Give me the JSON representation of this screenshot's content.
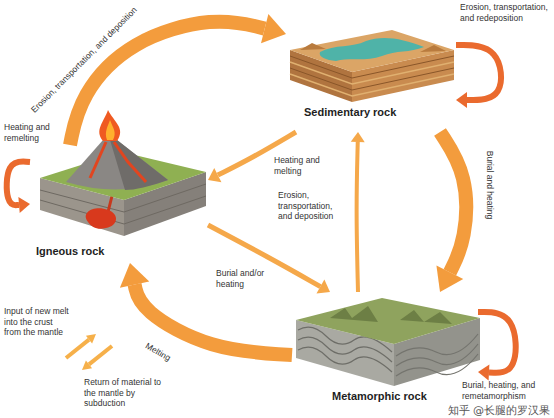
{
  "diagram": {
    "nodes": [
      {
        "text": [
          "Sedimentary rock"
        ]
      },
      {
        "text": [
          "Igneous rock"
        ]
      },
      {
        "text": [
          "Metamorphic rock"
        ]
      }
    ],
    "edges": [
      {
        "from": 1,
        "to": 0,
        "arrow": "to",
        "label": "Erosion, transportation, and deposition"
      },
      {
        "from": 0,
        "to": 0,
        "arrow": "to",
        "label": "Erosion, transportation, and redeposition"
      },
      {
        "from": 1,
        "to": 1,
        "arrow": "to",
        "label": "Heating and remelting"
      },
      {
        "from": 0,
        "to": 1,
        "arrow": "to",
        "label": "Heating and melting"
      },
      {
        "from": 0,
        "to": 2,
        "arrow": "to",
        "label": "Burial and heating"
      },
      {
        "from": 2,
        "to": 0,
        "arrow": "to",
        "label": "Erosion, transportation, and deposition"
      },
      {
        "from": 1,
        "to": 2,
        "arrow": "to",
        "label": "Burial and/or heating"
      },
      {
        "from": 2,
        "to": 1,
        "arrow": "to",
        "label": "Melting"
      },
      {
        "from": 2,
        "to": 2,
        "arrow": "to",
        "label": "Burial, heating, and remetamorphism"
      }
    ],
    "labels": [
      "Input of new melt into the crust from the mantle",
      "Return of material to the mantle by subduction",
      "知乎 @长腿的罗汉果"
    ]
  }
}
